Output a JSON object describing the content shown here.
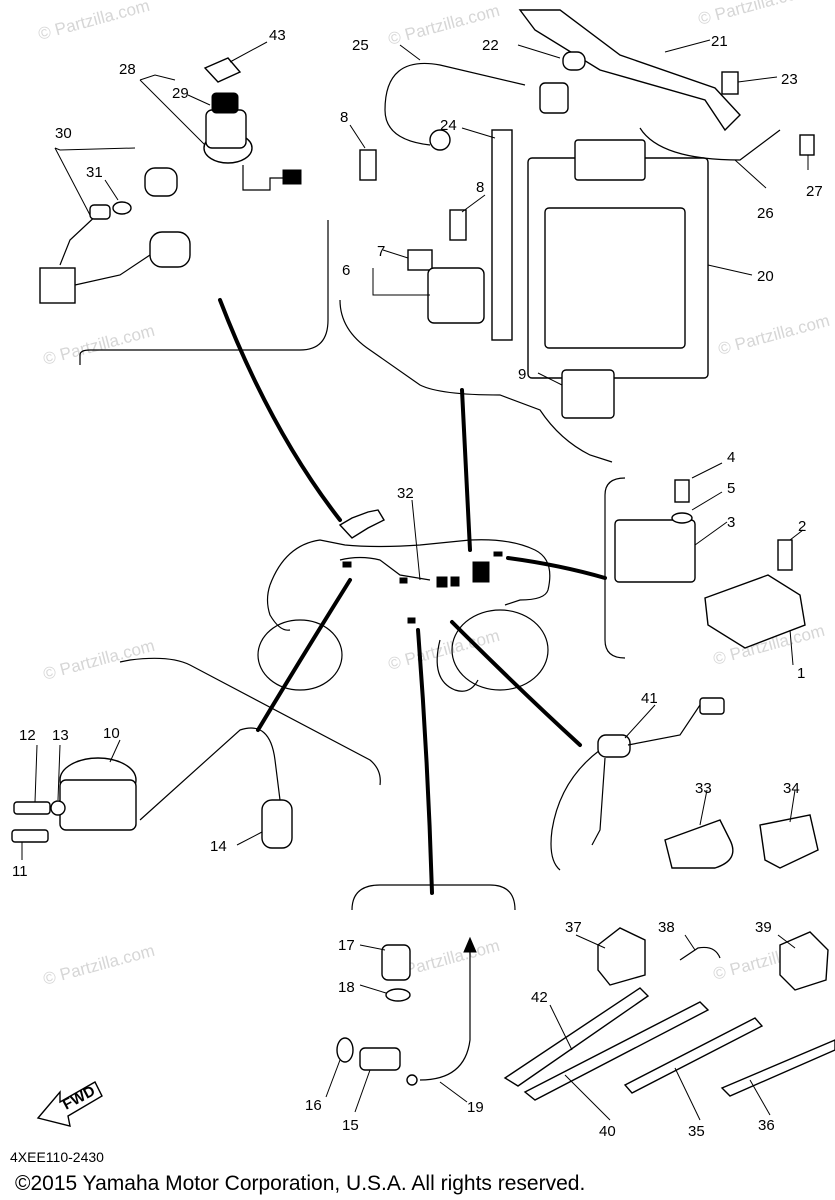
{
  "diagram": {
    "part_numbers": [
      "1",
      "2",
      "3",
      "4",
      "5",
      "6",
      "7",
      "8",
      "9",
      "10",
      "11",
      "12",
      "13",
      "14",
      "15",
      "16",
      "17",
      "18",
      "19",
      "20",
      "21",
      "22",
      "23",
      "24",
      "25",
      "26",
      "27",
      "28",
      "29",
      "30",
      "31",
      "32",
      "33",
      "34",
      "35",
      "36",
      "37",
      "38",
      "39",
      "40",
      "41",
      "42",
      "43"
    ],
    "reference_code": "4XEE110-2430",
    "fwd_label": "FWD",
    "watermark": "© Partzilla.com",
    "copyright": "©2015 Yamaha Motor Corporation, U.S.A. All rights reserved."
  }
}
